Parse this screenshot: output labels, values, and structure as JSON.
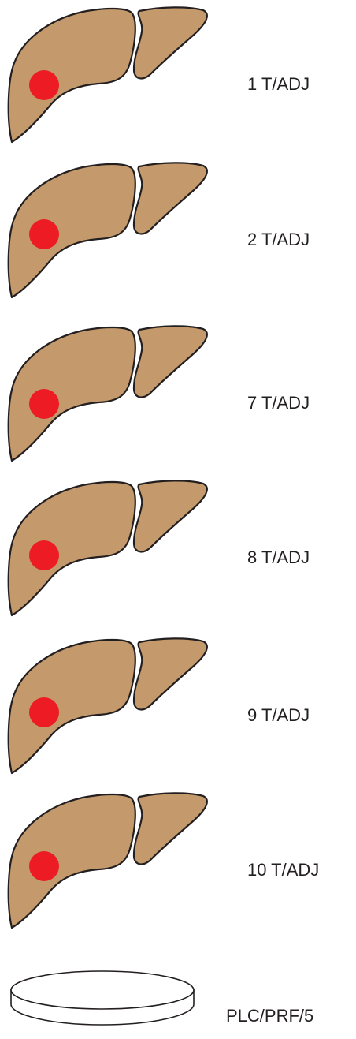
{
  "colors": {
    "liver_fill": "#c49a6c",
    "outline": "#231f20",
    "tumor": "#ed1c24",
    "dish_fill": "#ffffff",
    "text": "#231f20"
  },
  "samples": [
    {
      "label": "1 T/ADJ"
    },
    {
      "label": "2 T/ADJ"
    },
    {
      "label": "7 T/ADJ"
    },
    {
      "label": "8 T/ADJ"
    },
    {
      "label": "9 T/ADJ"
    },
    {
      "label": "10 T/ADJ"
    }
  ],
  "cell_line": {
    "label": "PLC/PRF/5",
    "icon": "petri-dish-icon"
  }
}
